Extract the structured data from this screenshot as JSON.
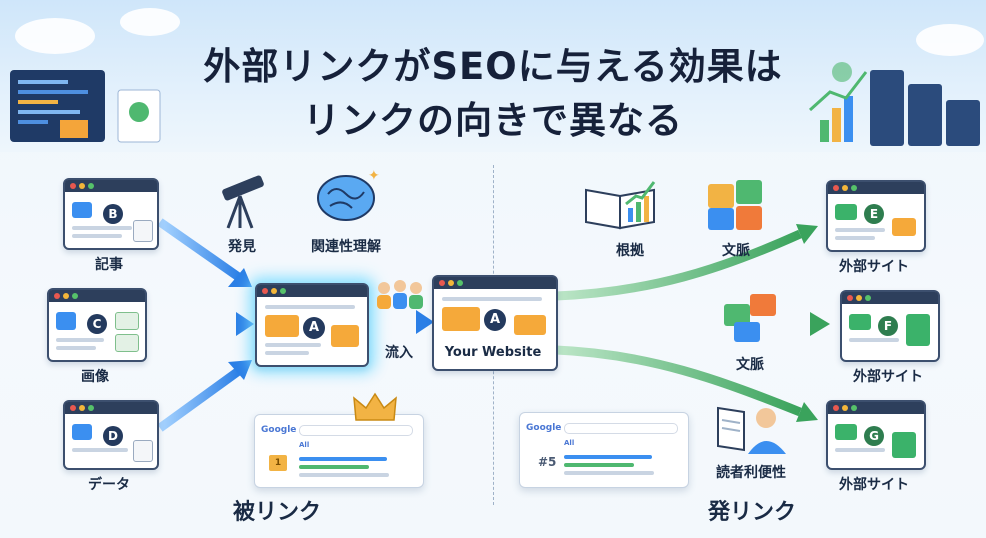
{
  "title": {
    "line1": "外部リンクがSEOに与える効果は",
    "line2": "リンクの向きで異なる"
  },
  "left": {
    "section_label": "被リンク",
    "sources": [
      {
        "letter": "B",
        "label": "記事"
      },
      {
        "letter": "C",
        "label": "画像"
      },
      {
        "letter": "D",
        "label": "データ"
      }
    ],
    "hub_letter": "A",
    "discover_label": "発見",
    "relevance_label": "関連性理解",
    "inflow_label": "流入",
    "serp_rank": "1"
  },
  "center": {
    "site_letter": "A",
    "site_label": "Your Website"
  },
  "right": {
    "section_label": "発リンク",
    "evidence_label": "根拠",
    "context_label_top": "文脈",
    "context_label_mid": "文脈",
    "reader_label": "読者利便性",
    "serp_rank": "#5",
    "targets": [
      {
        "letter": "E",
        "label": "外部サイト"
      },
      {
        "letter": "F",
        "label": "外部サイト"
      },
      {
        "letter": "G",
        "label": "外部サイト"
      }
    ]
  },
  "google": {
    "logo": "Google",
    "tab": "All"
  },
  "colors": {
    "navy": "#243a5e",
    "blue_arrow": "#3b8ff0",
    "green_arrow": "#4caf6a",
    "orange": "#f5a93a",
    "green_block": "#3bb26a"
  }
}
